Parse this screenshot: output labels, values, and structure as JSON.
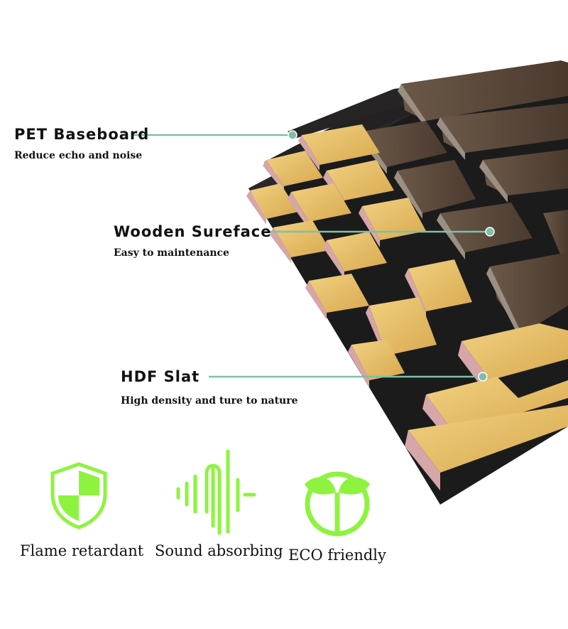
{
  "features": [
    {
      "title": "PET Baseboard",
      "subtitle": "Reduce echo and noise"
    },
    {
      "title": "Wooden Sureface",
      "subtitle": "Easy to maintenance"
    },
    {
      "title": "HDF Slat",
      "subtitle": "High density and ture to nature"
    }
  ],
  "benefits": [
    {
      "label": "Flame retardant",
      "icon": "shield-icon"
    },
    {
      "label": "Sound absorbing",
      "icon": "sound-wave-icon"
    },
    {
      "label": "ECO friendly",
      "icon": "sprout-icon"
    }
  ],
  "colors": {
    "accent_green": "#8ef33f",
    "callout_line": "#7fbfa8",
    "felt_black": "#1c1b1b",
    "light_wood": "#e7c06a",
    "dark_wood": "#5b4a3b",
    "hdf_pink": "#d6a6a9"
  }
}
